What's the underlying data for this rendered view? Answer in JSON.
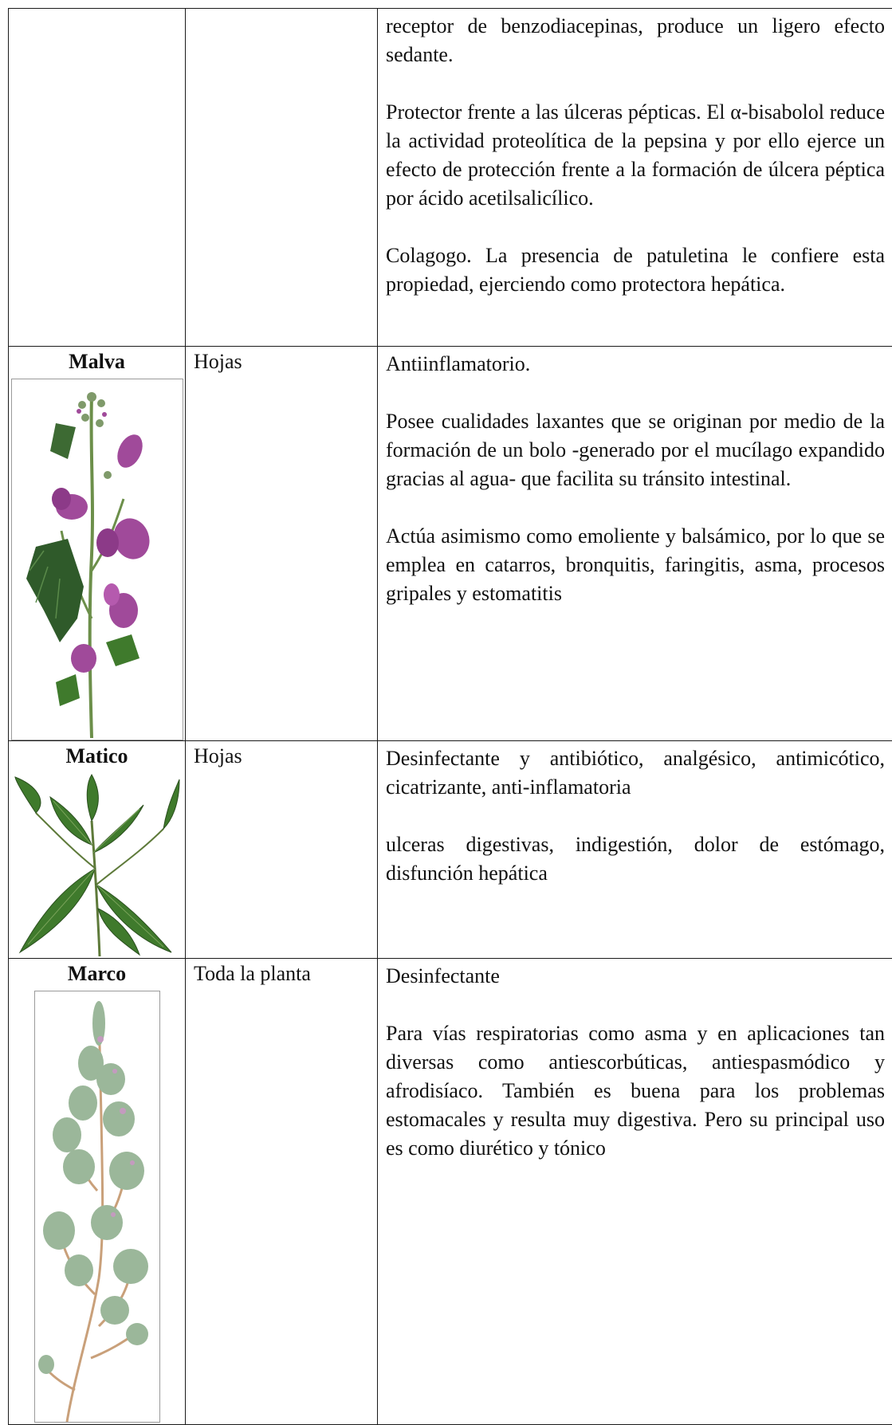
{
  "rows": [
    {
      "name": "",
      "part": "",
      "paragraphs": [
        "receptor de benzodiacepinas, produce un ligero efecto sedante.",
        "Protector frente a las úlceras pépticas. El α-bisabolol reduce la actividad proteolítica de la pepsina y por ello ejerce un efecto de protección frente a la formación de úlcera péptica por ácido acetilsalicílico.",
        "Colagogo. La presencia de patuletina le confiere esta propiedad, ejerciendo como protectora hepática."
      ]
    },
    {
      "name": "Malva",
      "part": "Hojas",
      "paragraphs": [
        "Antiinflamatorio.",
        "Posee cualidades laxantes que se originan por medio de la formación de un bolo -generado por el mucílago expandido gracias al agua- que facilita su tránsito intestinal.",
        "Actúa asimismo como emoliente y balsámico, por lo que se emplea en catarros, bronquitis, faringitis, asma, procesos gripales y estomatitis"
      ],
      "illustration": "malva-plant-illustration"
    },
    {
      "name": "Matico",
      "part": "Hojas",
      "paragraphs": [
        "Desinfectante y antibiótico, analgésico, antimicótico, cicatrizante, anti-inflamatoria",
        "ulceras digestivas, indigestión, dolor de estómago, disfunción hepática"
      ],
      "illustration": "matico-leaves-illustration"
    },
    {
      "name": "Marco",
      "part": "Toda la planta",
      "paragraphs": [
        "Desinfectante",
        "Para vías respiratorias como asma y en aplicaciones tan diversas como antiescorbúticas, antiespasmódico y afrodisíaco. También es buena para los problemas estomacales y resulta muy digestiva. Pero su principal uso es como diurético y tónico"
      ],
      "illustration": "marco-plant-illustration"
    }
  ],
  "colors": {
    "malva_flower": "#a04a9a",
    "leaf_dark": "#2f5a2a",
    "leaf_green": "#3f7a2c",
    "marco_foliage": "#9bb79a",
    "marco_stem": "#c9a07a"
  }
}
